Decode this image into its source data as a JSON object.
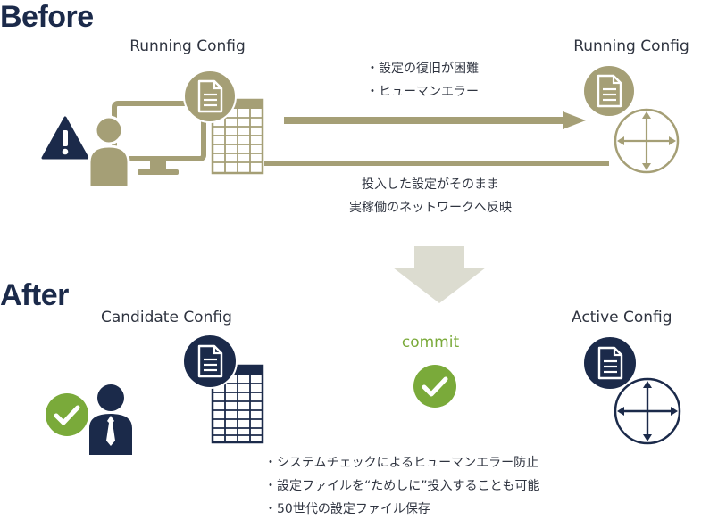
{
  "before": {
    "heading": "Before",
    "left_label": "Running Config",
    "right_label": "Running Config",
    "issues": [
      "・設定の復旧が困難",
      "・ヒューマンエラー"
    ],
    "flow_note": [
      "投入した設定がそのまま",
      "実稼働のネットワークへ反映"
    ]
  },
  "after": {
    "heading": "After",
    "left_label": "Candidate Config",
    "right_label": "Active Config",
    "commit_label": "commit",
    "benefits": [
      "・システムチェックによるヒューマンエラー防止",
      "・設定ファイルを“ためしに”投入することも可能",
      "・50世代の設定ファイル保存"
    ]
  },
  "colors": {
    "olive": "#a59f76",
    "navy": "#1b2a4a",
    "green": "#7aaa3a",
    "arrow_light": "#dcdcd0"
  }
}
